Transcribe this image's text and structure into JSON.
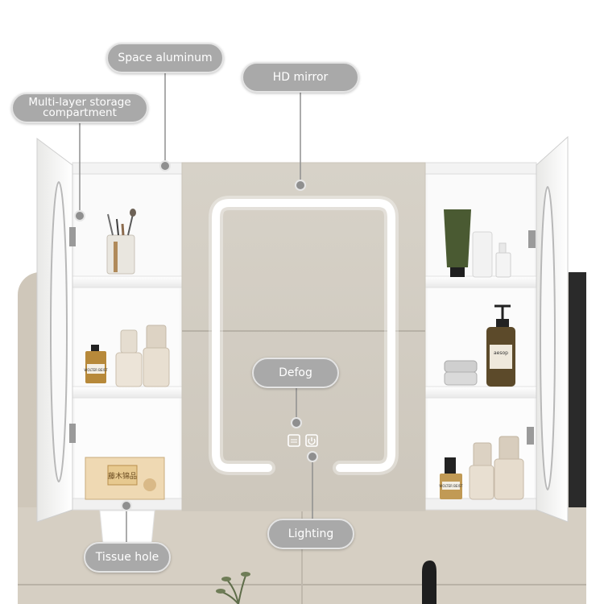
{
  "callouts": {
    "space_aluminum": "Space aluminum",
    "hd_mirror": "HD mirror",
    "storage": {
      "line1": "Multi-layer storage",
      "line2": "compartment"
    },
    "defog": "Defog",
    "lighting": "Lighting",
    "tissue_hole": "Tissue hole"
  },
  "products": {
    "small_bottle_label": "WOLTER BEIST",
    "tissue_box_label": "藤木锦品",
    "soap_label": "aesop"
  },
  "icons": [
    "defog-icon",
    "power-icon"
  ]
}
